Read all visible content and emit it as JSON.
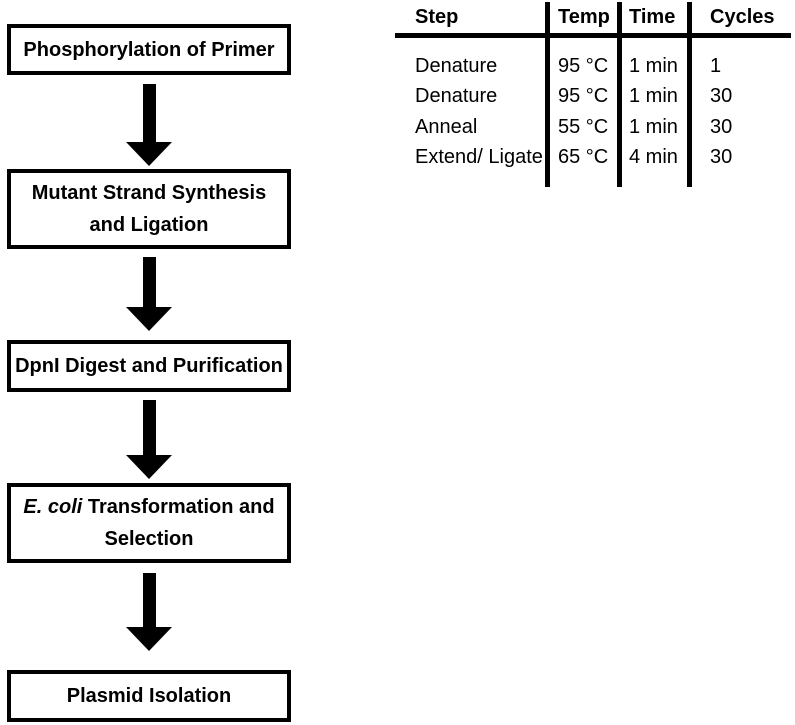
{
  "flowchart": {
    "boxes": [
      {
        "label": "Phosphorylation of Primer"
      },
      {
        "line1": "Mutant Strand Synthesis",
        "line2": "and Ligation"
      },
      {
        "label": "DpnI Digest and Purification"
      },
      {
        "line1_italic": "E. coli",
        "line1_rest": "Transformation and",
        "line2": "Selection"
      },
      {
        "label": "Plasmid Isolation"
      }
    ]
  },
  "table": {
    "headers": {
      "step": "Step",
      "temp": "Temp",
      "time": "Time",
      "cycles": "Cycles"
    },
    "rows": [
      {
        "step": "Denature",
        "temp": "95 °C",
        "time": "1 min",
        "cycles": "1"
      },
      {
        "step": "Denature",
        "temp": "95 °C",
        "time": "1 min",
        "cycles": "30"
      },
      {
        "step": "Anneal",
        "temp": "55 °C",
        "time": "1 min",
        "cycles": "30"
      },
      {
        "step": "Extend/ Ligate",
        "temp": "65 °C",
        "time": "4 min",
        "cycles": "30"
      }
    ]
  },
  "colors": {
    "foreground": "#000000",
    "background": "#ffffff"
  }
}
